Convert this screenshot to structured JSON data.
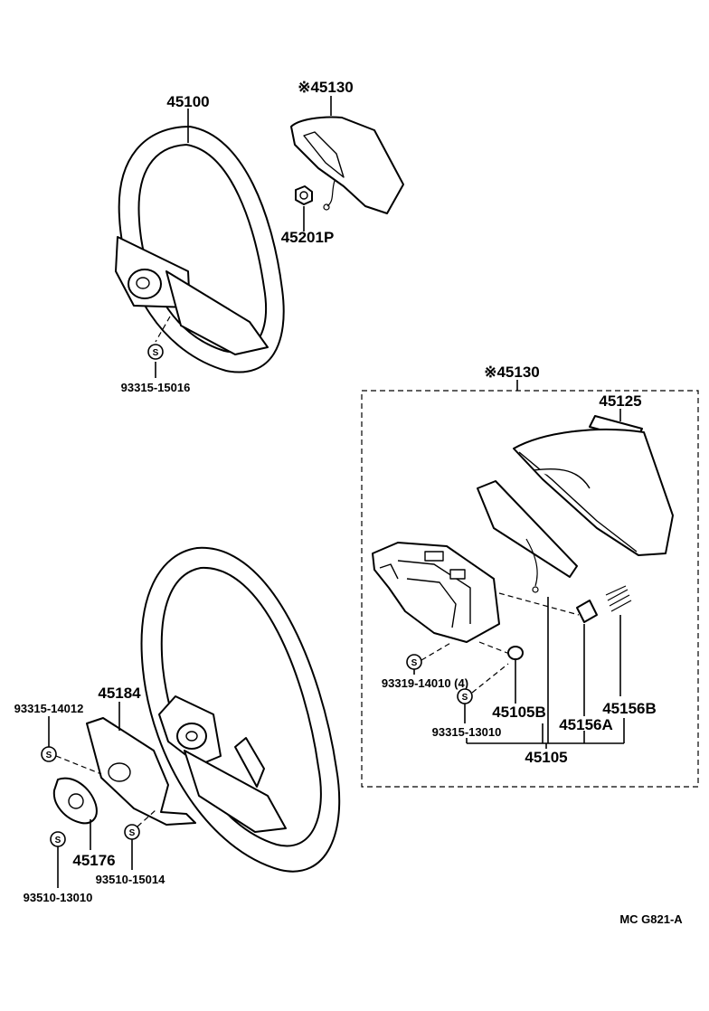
{
  "labels": {
    "wheel_upper": "45100",
    "pad_upper": "※45130",
    "nut": "45201P",
    "screw_upper": "93315-15016",
    "pad_box": "※45130",
    "emblem": "45125",
    "screw_box_1": "93319-14010 (4)",
    "screw_box_2": "93315-13010",
    "part_45105b": "45105B",
    "part_45156a": "45156A",
    "part_45156b": "45156B",
    "part_45105": "45105",
    "screw_lower_1": "93315-14012",
    "cover_plate": "45184",
    "retainer": "45176",
    "screw_lower_2": "93510-15014",
    "screw_lower_3": "93510-13010",
    "diagram_code": "MC  G821-A"
  },
  "symbol_s": "S"
}
